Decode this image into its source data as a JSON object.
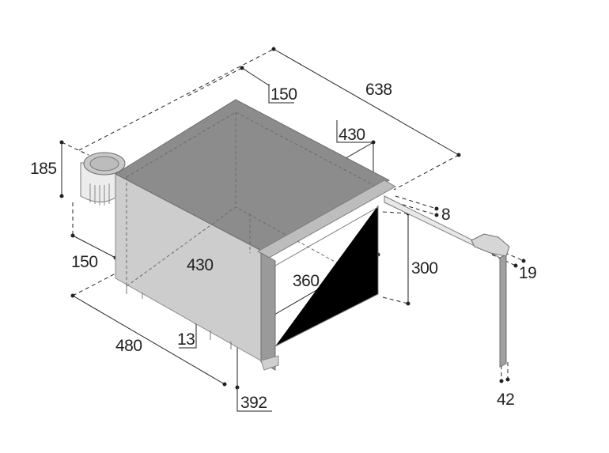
{
  "diagram": {
    "subject": "drawer refrigerator dimension drawing",
    "colors": {
      "cabinet_top": "#8a8a8a",
      "cabinet_front": "#d4d4d4",
      "cabinet_side": "#c6c6c6",
      "frame": "#9a9a9a",
      "line": "#222222"
    },
    "dimensions": {
      "total_length": "638",
      "depth_offset": "150",
      "inner_width_top": "430",
      "drawer_gap": "8",
      "drawer_height": "300",
      "handle_depth": "19",
      "front_panel_thickness": "42",
      "unit_height": "185",
      "compressor_depth": "150",
      "cabinet_width": "430",
      "drawer_width": "360",
      "base_offset": "13",
      "cabinet_depth": "480",
      "overall_height": "392"
    }
  }
}
